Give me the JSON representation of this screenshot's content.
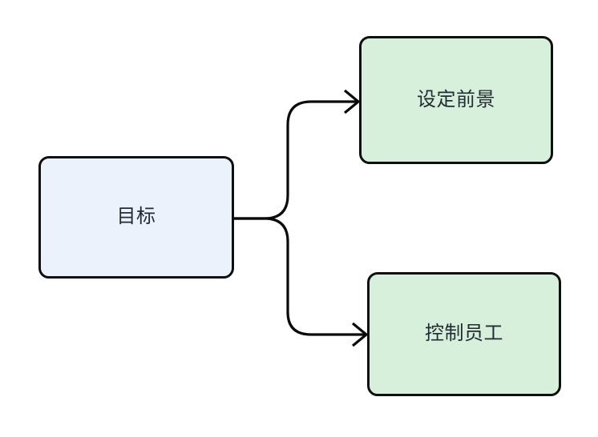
{
  "diagram": {
    "type": "flowchart",
    "direction": "left-to-right",
    "background_color": "#ffffff",
    "nodes": [
      {
        "id": "goal",
        "label": "目标",
        "shape": "rounded-rectangle",
        "fill_color": "#ecf2fc",
        "border_color": "#0f0f0f",
        "text_color": "#232b33"
      },
      {
        "id": "vision",
        "label": "设定前景",
        "shape": "rounded-rectangle",
        "fill_color": "#d7f0dc",
        "border_color": "#0f0f0f",
        "text_color": "#232b33"
      },
      {
        "id": "control",
        "label": "控制员工",
        "shape": "rounded-rectangle",
        "fill_color": "#d7f0dc",
        "border_color": "#0f0f0f",
        "text_color": "#232b33"
      }
    ],
    "edges": [
      {
        "id": "goal-to-vision",
        "from": "goal",
        "to": "vision",
        "label": "",
        "arrowhead": "open-chevron",
        "stroke_color": "#0a0a0a"
      },
      {
        "id": "goal-to-control",
        "from": "goal",
        "to": "control",
        "label": "",
        "arrowhead": "open-chevron",
        "stroke_color": "#0a0a0a"
      }
    ]
  }
}
